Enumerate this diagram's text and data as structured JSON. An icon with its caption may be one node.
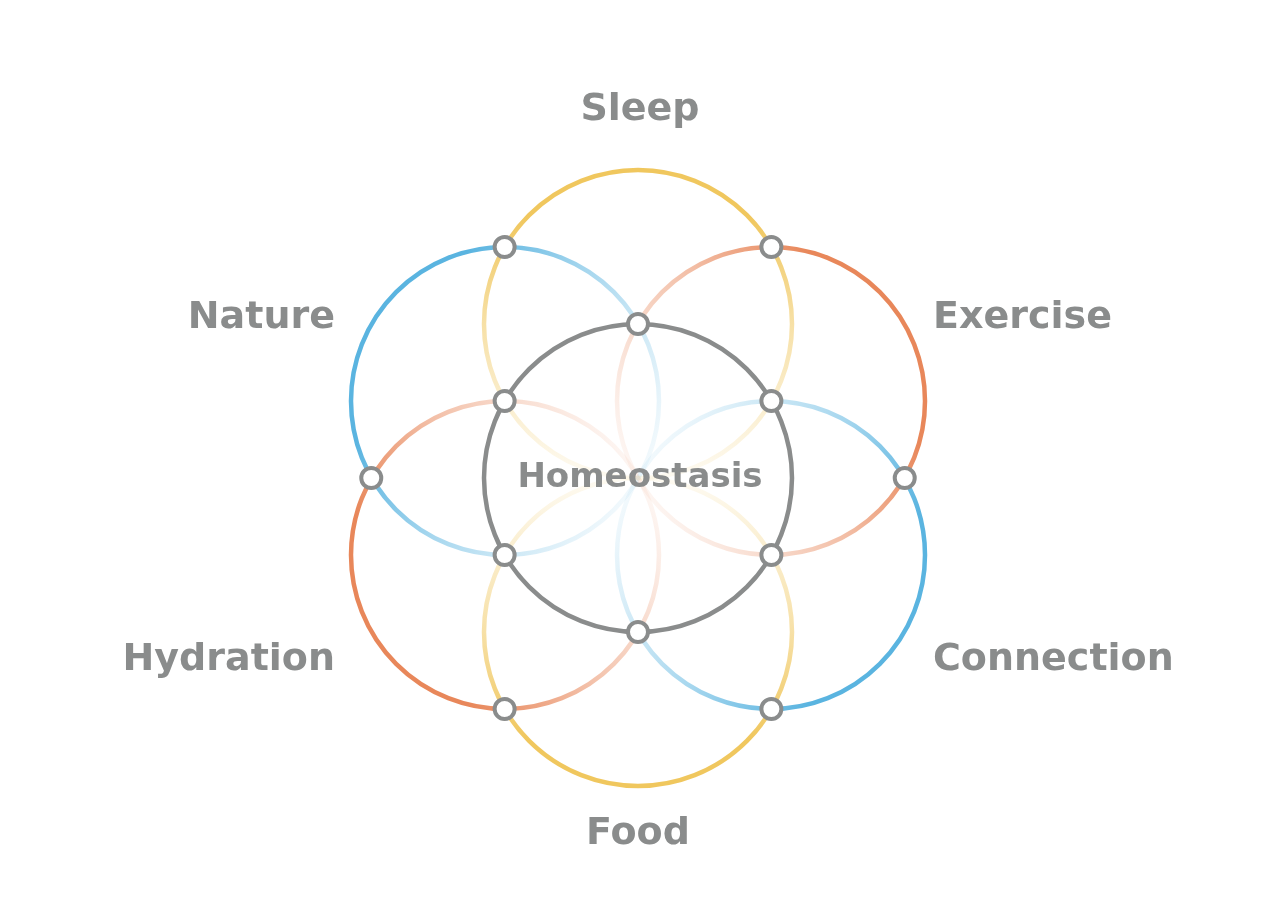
{
  "diagram": {
    "nodes": [
      {
        "text": [
          "Sleep"
        ]
      },
      {
        "text": [
          "Nature"
        ]
      },
      {
        "text": [
          "Exercise"
        ]
      },
      {
        "text": [
          "Homeostasis"
        ]
      },
      {
        "text": [
          "Hydration"
        ]
      },
      {
        "text": [
          "Connection"
        ]
      },
      {
        "text": [
          "Food"
        ]
      }
    ]
  }
}
